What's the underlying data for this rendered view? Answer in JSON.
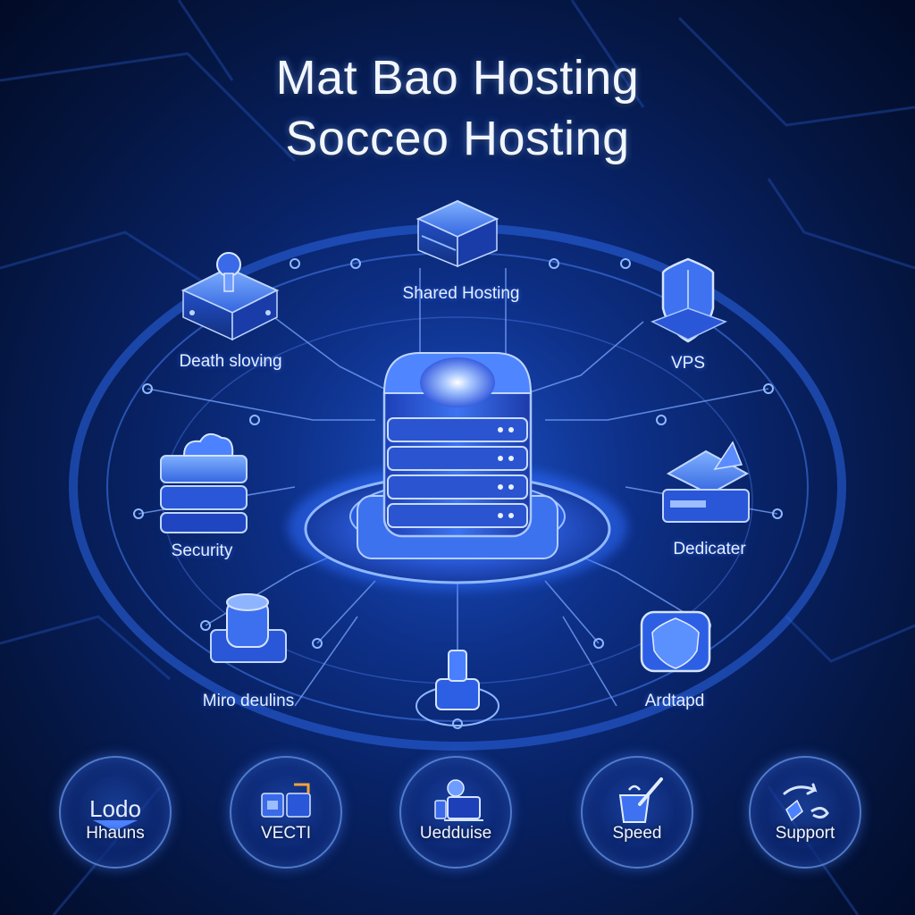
{
  "header": {
    "title_line_1": "Mat Bao Hosting",
    "title_line_2": "Socceo Hosting"
  },
  "nodes": [
    {
      "label": "Shared Hosting",
      "icon": "server-stack-icon"
    },
    {
      "label": "Death sloving",
      "icon": "lock-box-icon"
    },
    {
      "label": "VPS",
      "icon": "shield-icon"
    },
    {
      "label": "Security",
      "icon": "cloud-stack-icon"
    },
    {
      "label": "Dedicater",
      "icon": "server-box-icon"
    },
    {
      "label": "Miro deulins",
      "icon": "cylinder-icon"
    },
    {
      "label": "Ardtapd",
      "icon": "shield-cube-icon"
    }
  ],
  "badges": [
    {
      "label": "Hhauns",
      "icon": "logo-icon",
      "icon_text": "Lodo"
    },
    {
      "label": "VECTI",
      "icon": "devices-icon"
    },
    {
      "label": "Uedduise",
      "icon": "computer-icon"
    },
    {
      "label": "Speed",
      "icon": "speed-brush-icon"
    },
    {
      "label": "Support",
      "icon": "support-arrows-icon"
    }
  ],
  "colors": {
    "background": "#04133a",
    "accent": "#3b7bff",
    "glow": "#8fb8ff",
    "text": "#e6eeff"
  }
}
